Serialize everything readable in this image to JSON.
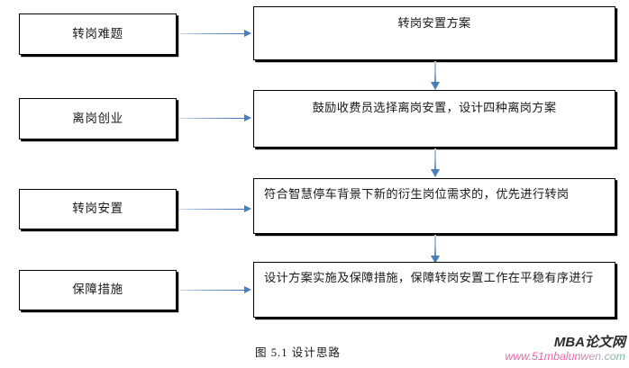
{
  "figure": {
    "caption": "图 5.1 设计思路"
  },
  "stages": [
    {
      "label": "转岗难题"
    },
    {
      "label": "离岗创业"
    },
    {
      "label": "转岗安置"
    },
    {
      "label": "保障措施"
    }
  ],
  "details": [
    {
      "label": "转岗安置方案"
    },
    {
      "label": "鼓励收费员选择离岗安置，设计四种离岗方案"
    },
    {
      "label": "符合智慧停车背景下新的衍生岗位需求的，优先进行转岗"
    },
    {
      "label": "设计方案实施及保障措施，保障转岗安置工作在平稳有序进行"
    }
  ],
  "connectors": {
    "horizontal_count": 4,
    "vertical_count": 3,
    "arrow_color": "#4a7ebb",
    "shaft_color": "#9ab7de"
  },
  "watermark": {
    "brand": "MBA论文网",
    "url": "www.51mbalunwen.com",
    "brand_color": "#2b2b2b",
    "url_color_start": "#e8609f",
    "url_color_end": "#6fbf9a"
  },
  "palette": {
    "background": "#ffffff",
    "box_border": "#000000",
    "text": "#1a1a1a"
  }
}
